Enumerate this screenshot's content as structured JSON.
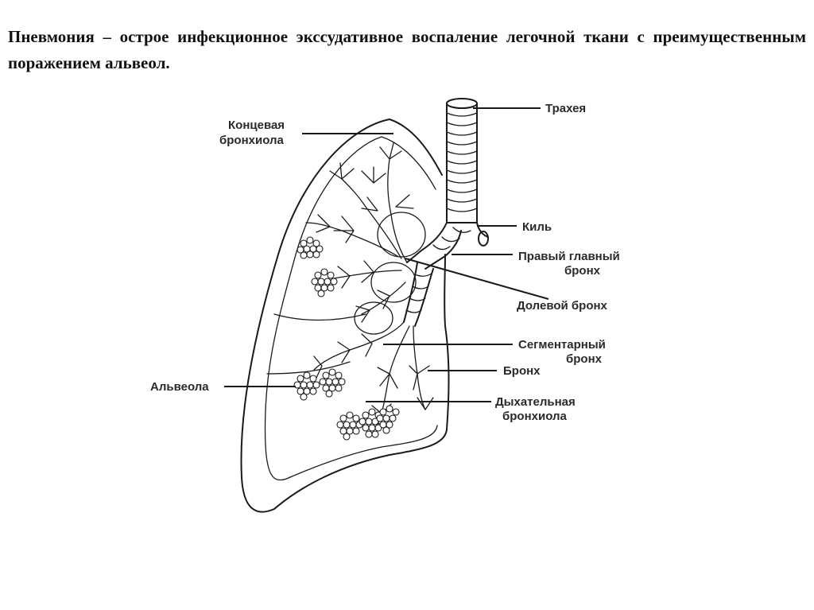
{
  "caption": "Пневмония – острое инфекционное экссудативное воспаление легочной ткани с преимущественным поражением альвеол.",
  "labels": {
    "trachea": "Трахея",
    "carina": "Киль",
    "main_bronchus_1": "Правый главный",
    "main_bronchus_2": "бронх",
    "lobar_bronchus": "Долевой бронх",
    "segmental_bronchus_1": "Сегментарный",
    "segmental_bronchus_2": "бронх",
    "bronchus": "Бронх",
    "respiratory_bronchiole_1": "Дыхательная",
    "respiratory_bronchiole_2": "бронхиола",
    "terminal_bronchiole_1": "Концевая",
    "terminal_bronchiole_2": "бронхиола",
    "alveolus": "Альвеола"
  },
  "colors": {
    "line": "#1a1a1a",
    "background": "#ffffff",
    "label_text": "#2a2a2a"
  }
}
